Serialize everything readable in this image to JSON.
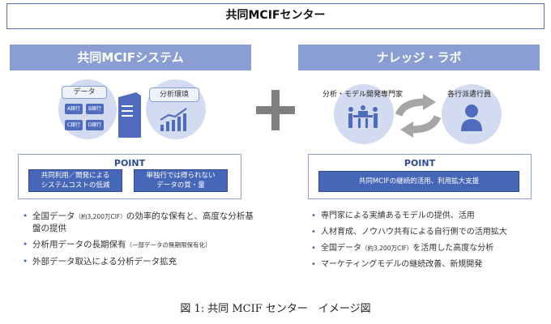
{
  "title": "共同MCIFセンター",
  "left": {
    "header": "共同MCIFシステム",
    "data_label": "データ",
    "banks": [
      "A銀行",
      "B銀行",
      "C銀行",
      "D銀行"
    ],
    "analysis_label": "分析環境",
    "point_title": "POINT",
    "points": [
      [
        "共同利用／開発による",
        "システムコストの低減"
      ],
      [
        "単独行では得られない",
        "データの質・量"
      ]
    ],
    "bullets": [
      {
        "text": "全国データ",
        "note": "（約3,200万CIF）",
        "rest": "の効率的な保有と、高度な分析基盤の提供"
      },
      {
        "text": "分析用データの長期保有",
        "note": "（一部データの無期限保有化）",
        "rest": ""
      },
      {
        "text": "外部データ取込による分析データ拡充",
        "note": "",
        "rest": ""
      }
    ]
  },
  "right": {
    "header": "ナレッジ・ラボ",
    "expert_label": "分析・モデル開発専門家",
    "staff_label": "各行派遣行員",
    "point_title": "POINT",
    "point": "共同MCIFの継続的活用、利用拡大支援",
    "bullets": [
      {
        "text": "専門家による実績あるモデルの提供、活用",
        "note": "",
        "rest": ""
      },
      {
        "text": "人材育成、ノウハウ共有による自行側での活用拡大",
        "note": "",
        "rest": ""
      },
      {
        "text": "全国データ",
        "note": "（約3,200万CIF）",
        "rest": "を活用した高度な分析"
      },
      {
        "text": "マーケティングモデルの継続改善、新規開発",
        "note": "",
        "rest": ""
      }
    ]
  },
  "caption": "図 1: 共同 MCIF センター　イメージ図"
}
